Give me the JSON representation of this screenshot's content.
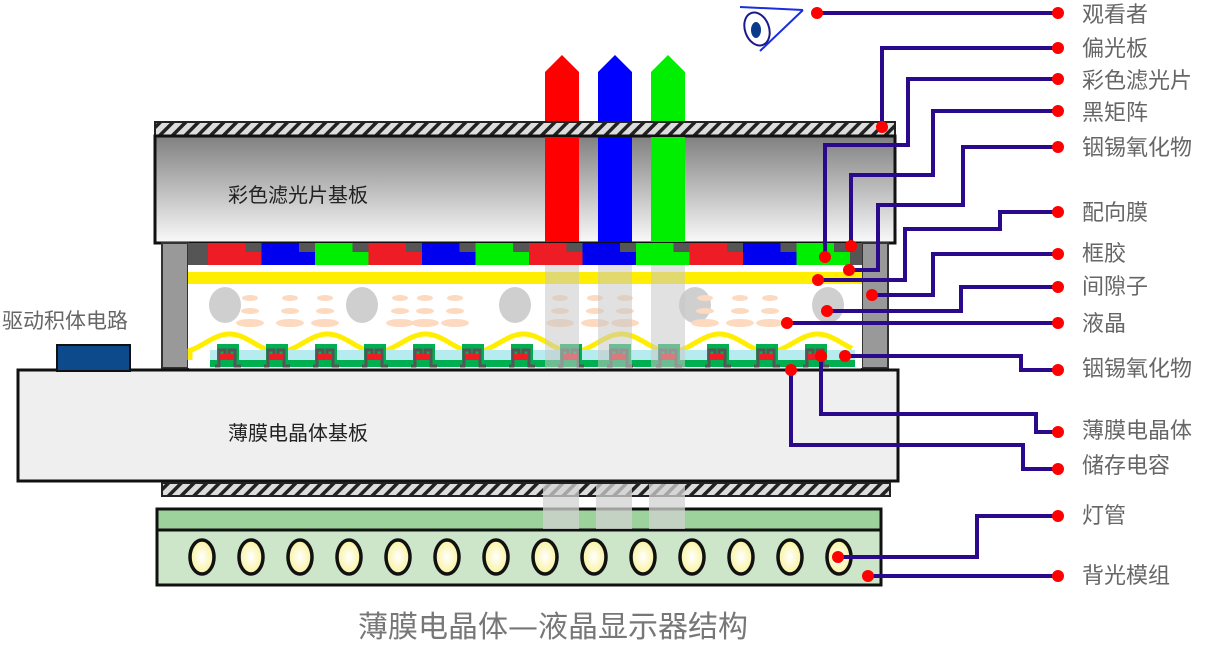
{
  "diagram": {
    "title": "薄膜电晶体—液晶显示器结构",
    "components": {
      "color_filter_substrate": "彩色滤光片基板",
      "tft_substrate": "薄膜电晶体基板",
      "driver_ic": "驱动积体电路"
    },
    "labels": [
      {
        "id": "viewer",
        "text": "观看者"
      },
      {
        "id": "polarizer",
        "text": "偏光板"
      },
      {
        "id": "color-filter",
        "text": "彩色滤光片"
      },
      {
        "id": "black-matrix",
        "text": "黑矩阵"
      },
      {
        "id": "ito-top",
        "text": "铟锡氧化物"
      },
      {
        "id": "alignment-film",
        "text": "配向膜"
      },
      {
        "id": "sealant",
        "text": "框胶"
      },
      {
        "id": "spacer",
        "text": "间隙子"
      },
      {
        "id": "liquid-crystal",
        "text": "液晶"
      },
      {
        "id": "ito-bottom",
        "text": "铟锡氧化物"
      },
      {
        "id": "tft",
        "text": "薄膜电晶体"
      },
      {
        "id": "storage-capacitor",
        "text": "储存电容"
      },
      {
        "id": "lamp",
        "text": "灯管"
      },
      {
        "id": "backlight-module",
        "text": "背光模组"
      }
    ],
    "light_colors": [
      "#ff0000",
      "#0000ff",
      "#00ee00"
    ],
    "filter_sequence": [
      "red",
      "blue",
      "green",
      "red",
      "blue",
      "green",
      "red",
      "blue",
      "green",
      "red",
      "blue",
      "green"
    ],
    "lamp_count": 14,
    "colors": {
      "leader_line": "#2a0a8a",
      "marker": "#ff0000",
      "alignment_film": "#ffee00",
      "backlight": "#cde6c9",
      "diffuser": "#9dd29d",
      "driver_ic": "#0d4a8c"
    }
  }
}
